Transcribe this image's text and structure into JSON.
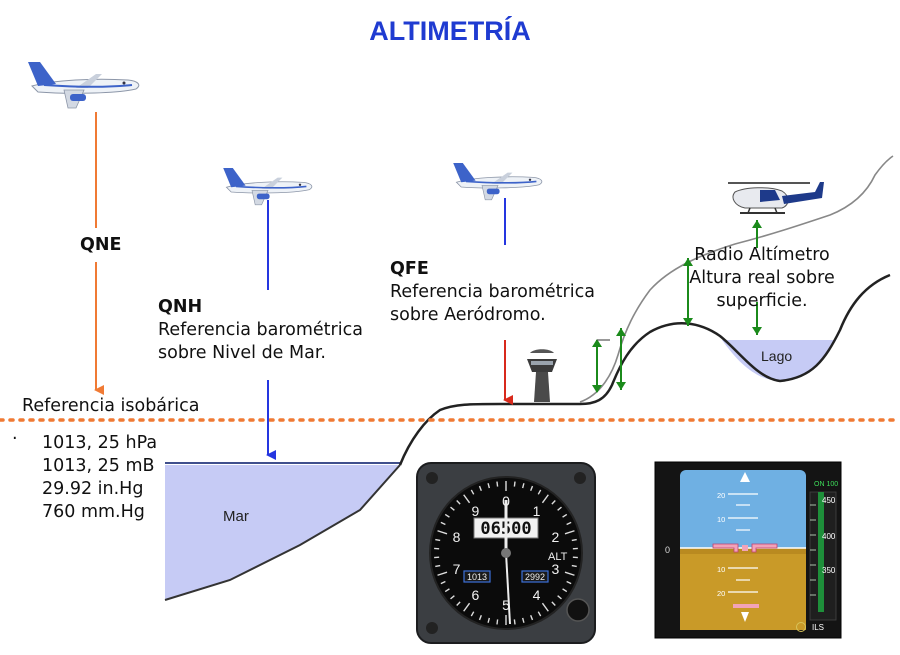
{
  "title": "ALTIMETRÍA",
  "qne": {
    "label": "QNE"
  },
  "qnh": {
    "label": "QNH",
    "line1": "Referencia barométrica",
    "line2": "sobre Nivel de Mar."
  },
  "qfe": {
    "label": "QFE",
    "line1": "Referencia barométrica",
    "line2": "sobre Aeródromo."
  },
  "radio": {
    "line1": "Radio Altímetro",
    "line2": "Altura real sobre",
    "line3": "superficie."
  },
  "isobaric": {
    "label": "Referencia isobárica",
    "bullet": "·",
    "values": [
      "1013, 25 hPa",
      "1013, 25 mB",
      "29.92 in.Hg",
      "760 mm.Hg"
    ]
  },
  "sea_label": "Mar",
  "lake_label": "Lago",
  "altimeter": {
    "counter": "06500",
    "dial_numbers": [
      "0",
      "1",
      "2",
      "3",
      "4",
      "5",
      "6",
      "7",
      "8",
      "9"
    ],
    "alt_label": "ALT",
    "left_window": "1013",
    "right_window": "2992"
  },
  "pfd": {
    "pitch_labels": [
      "20",
      "10",
      "10",
      "20"
    ],
    "speed_top": "ON 100",
    "tape_values": [
      "450",
      "400",
      "350"
    ],
    "ils": "ILS"
  },
  "colors": {
    "title": "#1f3bd1",
    "qne_arrow": "#f07a34",
    "qnh_arrow": "#2536e0",
    "qfe_arrow": "#d8291c",
    "radio_arrow": "#1b8a1b",
    "isobaric_line": "#f07a34",
    "water": "#c6cbf5",
    "sky": "#6fb0e3",
    "ground": "#c99a28"
  }
}
